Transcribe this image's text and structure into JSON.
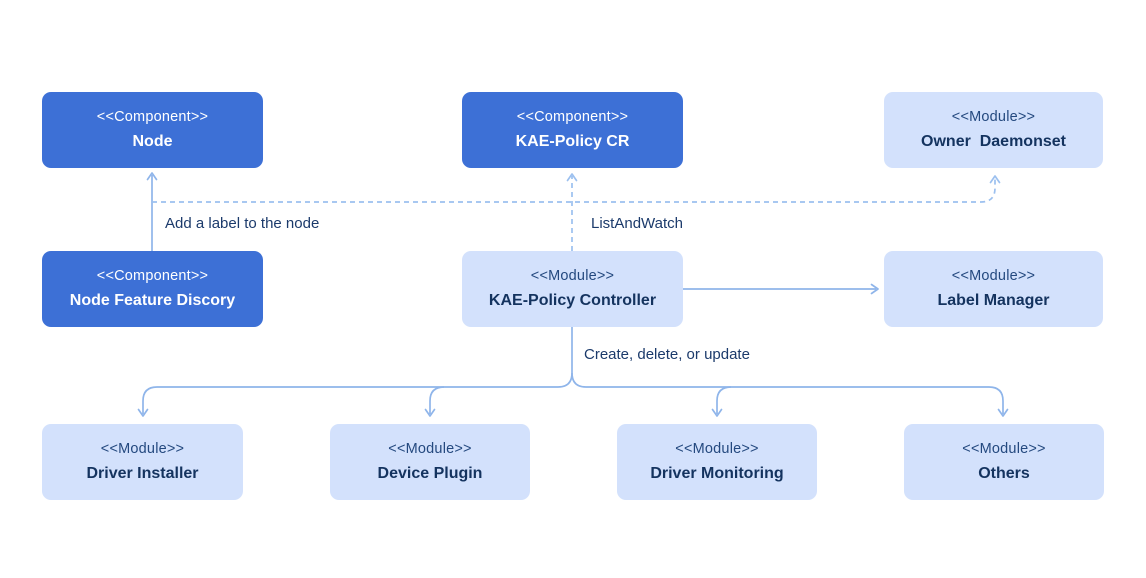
{
  "diagram": {
    "boxes": {
      "node": {
        "stereotype": "<<Component>>",
        "name": "Node"
      },
      "kae_policy_cr": {
        "stereotype": "<<Component>>",
        "name": "KAE-Policy CR"
      },
      "owner_daemonset": {
        "stereotype": "<<Module>>",
        "name": "Owner  Daemonset"
      },
      "node_feature_discory": {
        "stereotype": "<<Component>>",
        "name": "Node Feature Discory"
      },
      "kae_policy_controller": {
        "stereotype": "<<Module>>",
        "name": "KAE-Policy Controller"
      },
      "label_manager": {
        "stereotype": "<<Module>>",
        "name": "Label Manager"
      },
      "driver_installer": {
        "stereotype": "<<Module>>",
        "name": "Driver Installer"
      },
      "device_plugin": {
        "stereotype": "<<Module>>",
        "name": "Device Plugin"
      },
      "driver_monitoring": {
        "stereotype": "<<Module>>",
        "name": "Driver Monitoring"
      },
      "others": {
        "stereotype": "<<Module>>",
        "name": "Others"
      }
    },
    "edge_labels": {
      "add_label_to_node": "Add a label to the node",
      "list_and_watch": "ListAndWatch",
      "create_delete_or_update": "Create, delete, or update"
    },
    "colors": {
      "component_fill": "#3D70D6",
      "module_fill": "#D3E1FC",
      "component_text": "#FFFFFF",
      "module_text": "#14335F",
      "connector_solid": "#8FB5EA",
      "connector_dashed": "#9CC0EF",
      "label_text": "#1B3A6B"
    }
  }
}
